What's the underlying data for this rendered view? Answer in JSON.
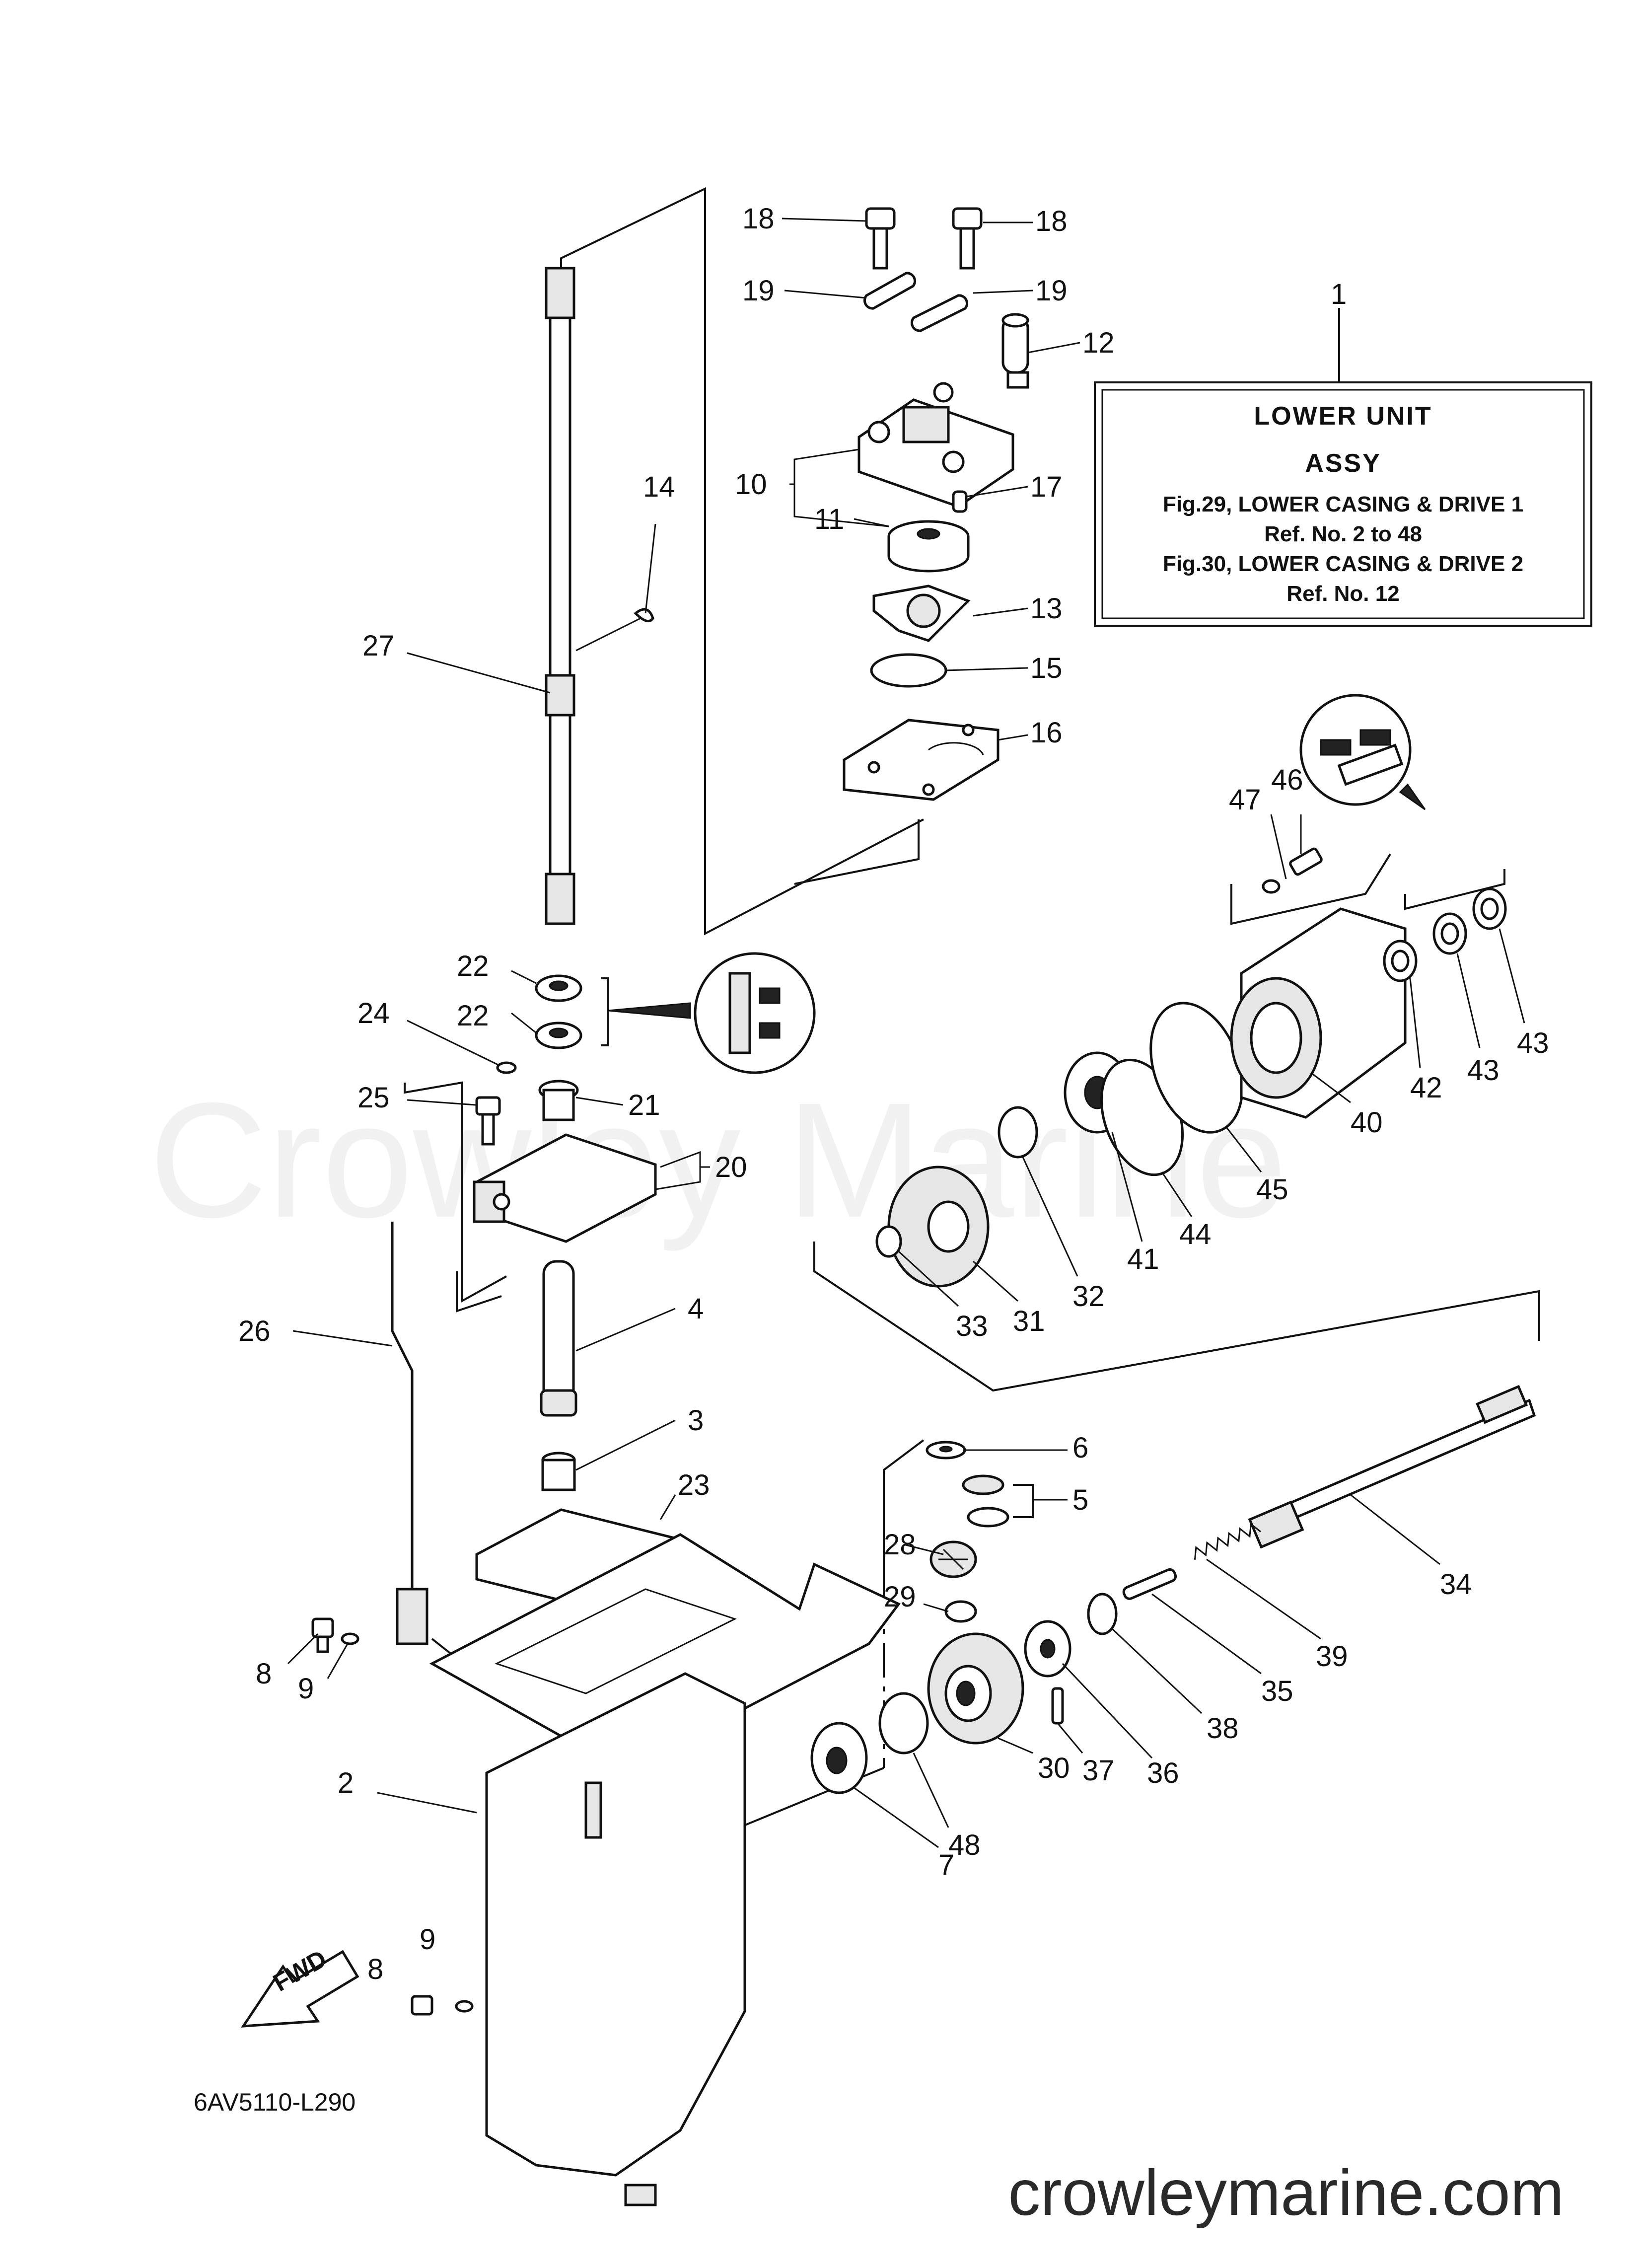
{
  "watermark": "Crowley Marine",
  "footer_url": "crowleymarine.com",
  "drawing_code": "6AV5110-L290",
  "fwd_label": "FWD",
  "info_box": {
    "ref": "1",
    "title_1": "LOWER UNIT",
    "title_2": "ASSY",
    "line_1": "Fig.29, LOWER CASING & DRIVE 1",
    "line_2": "Ref. No. 2 to 48",
    "line_3": "Fig.30, LOWER CASING & DRIVE 2",
    "line_4": "Ref. No. 12"
  },
  "callouts": {
    "c2": "2",
    "c3": "3",
    "c4": "4",
    "c5": "5",
    "c6": "6",
    "c7": "7",
    "c8a": "8",
    "c8b": "8",
    "c9a": "9",
    "c9b": "9",
    "c10": "10",
    "c11": "11",
    "c12": "12",
    "c13": "13",
    "c14": "14",
    "c15": "15",
    "c16": "16",
    "c17": "17",
    "c18a": "18",
    "c18b": "18",
    "c19a": "19",
    "c19b": "19",
    "c20": "20",
    "c21": "21",
    "c22a": "22",
    "c22b": "22",
    "c23": "23",
    "c24": "24",
    "c25": "25",
    "c26": "26",
    "c27": "27",
    "c28": "28",
    "c29": "29",
    "c30": "30",
    "c31": "31",
    "c32": "32",
    "c33": "33",
    "c34": "34",
    "c35": "35",
    "c36": "36",
    "c37": "37",
    "c38": "38",
    "c39": "39",
    "c40": "40",
    "c41": "41",
    "c42": "42",
    "c43a": "43",
    "c43b": "43",
    "c44": "44",
    "c45": "45",
    "c46": "46",
    "c47": "47",
    "c48": "48"
  }
}
